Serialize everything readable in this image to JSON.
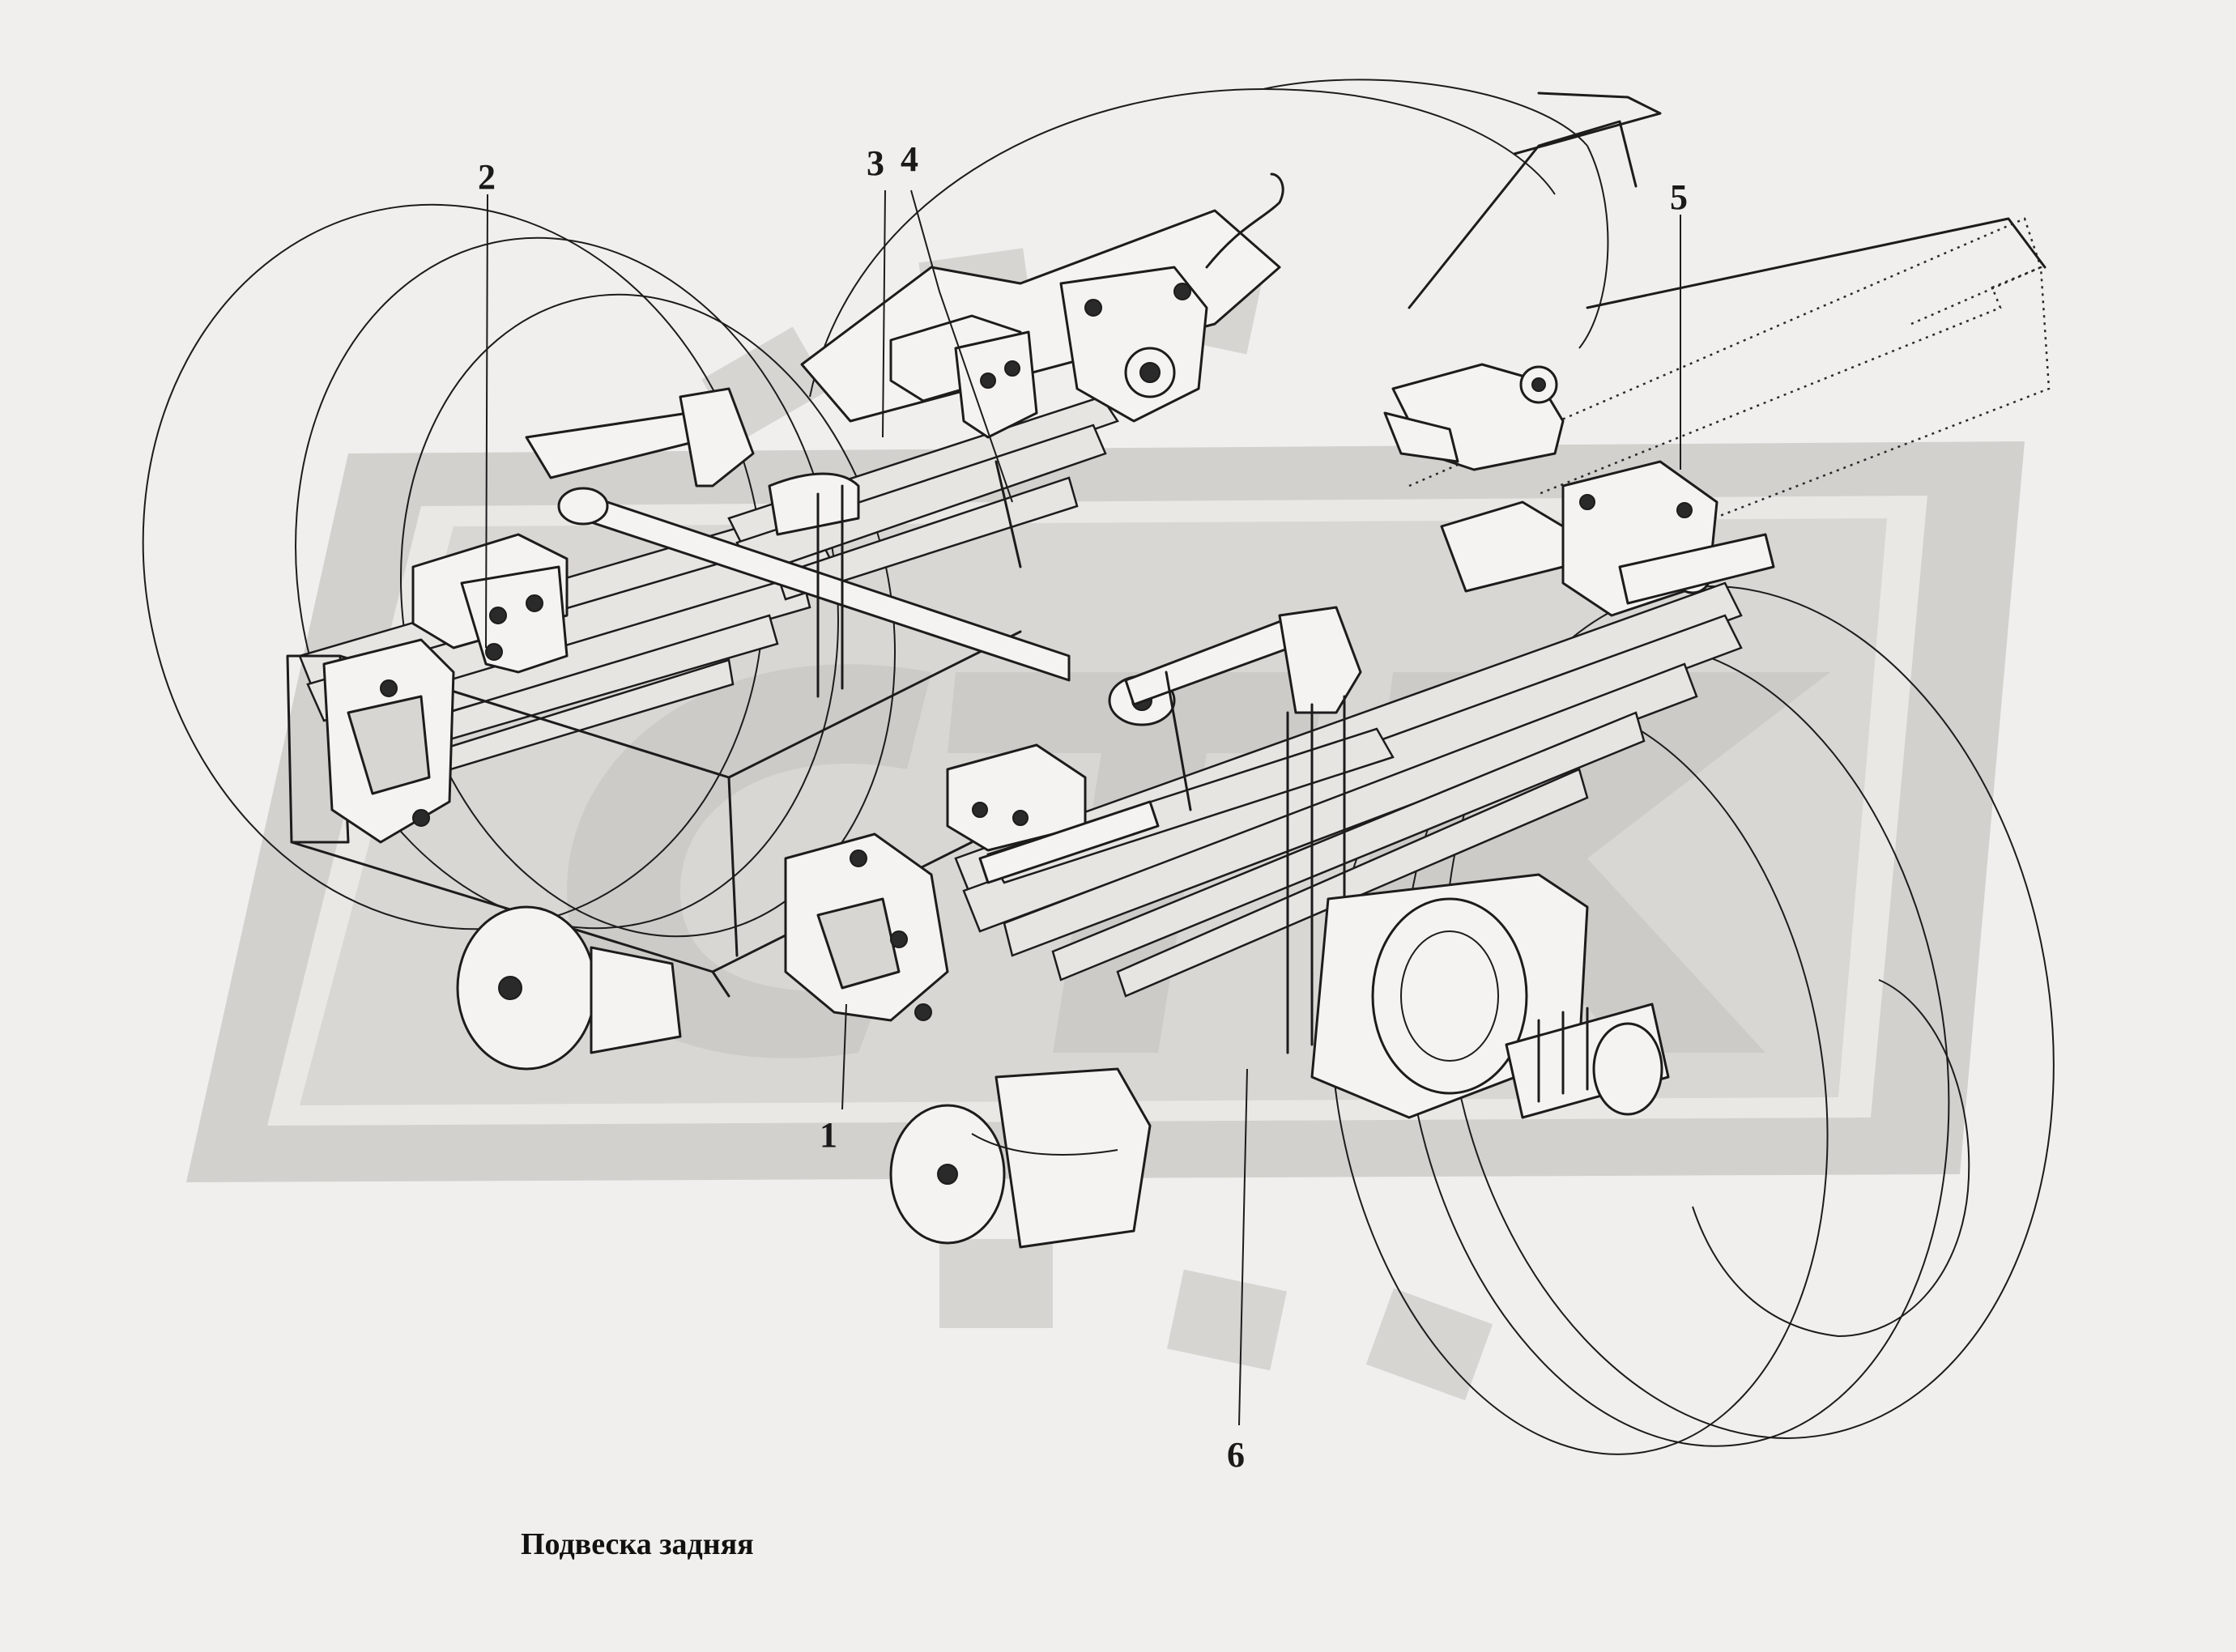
{
  "caption": "Подвеска задняя",
  "callouts": [
    {
      "number": "1"
    },
    {
      "number": "2"
    },
    {
      "number": "3"
    },
    {
      "number": "4"
    },
    {
      "number": "5"
    },
    {
      "number": "6"
    }
  ],
  "watermark_text": "СТК",
  "colors": {
    "background": "#f0efed",
    "watermark": "#cfcdc9",
    "ink": "#1c1c1c"
  }
}
